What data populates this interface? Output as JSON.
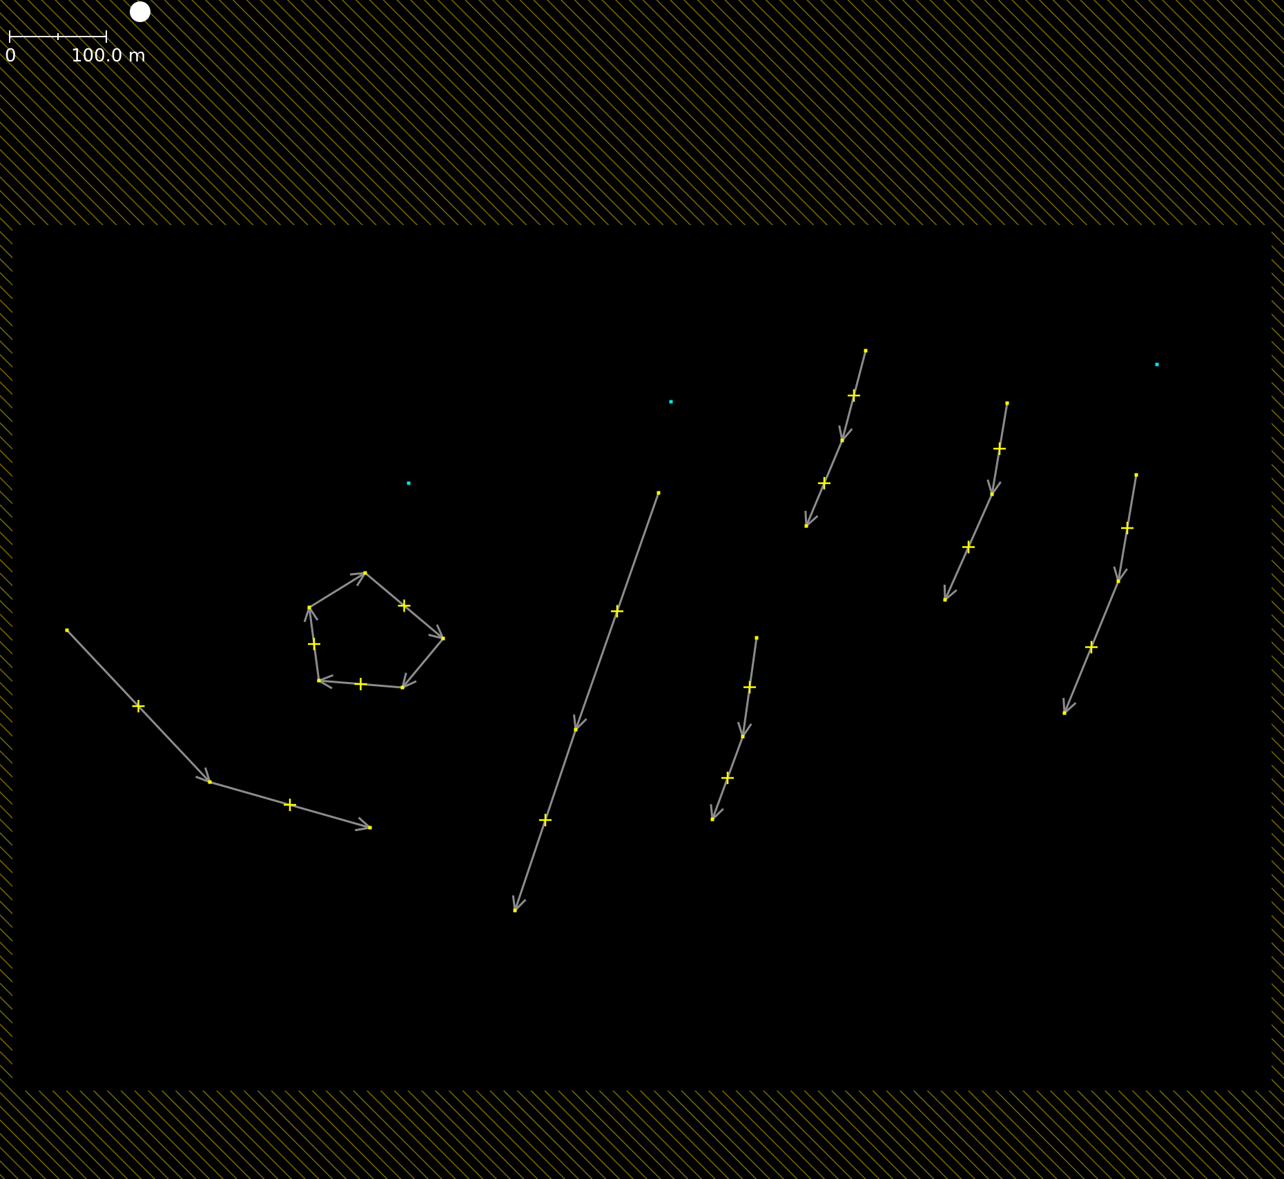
{
  "scale_bar": {
    "zero_label": "0",
    "length_label": "100.0 m",
    "length_m": 100.0
  },
  "colors": {
    "background": "#000000",
    "hatch": "#7a6a00",
    "way": "#8c8c8c",
    "node": "#ffff00",
    "midpoint_marker": "#ffff00",
    "isolated_node": "#00e5e5",
    "scale_bar": "#ffffff",
    "status_dot": "#ffffff"
  },
  "icons": {
    "status_indicator": "white-dot-icon",
    "midpoint_marker": "plus-icon",
    "direction_marker": "arrow-head-icon"
  }
}
